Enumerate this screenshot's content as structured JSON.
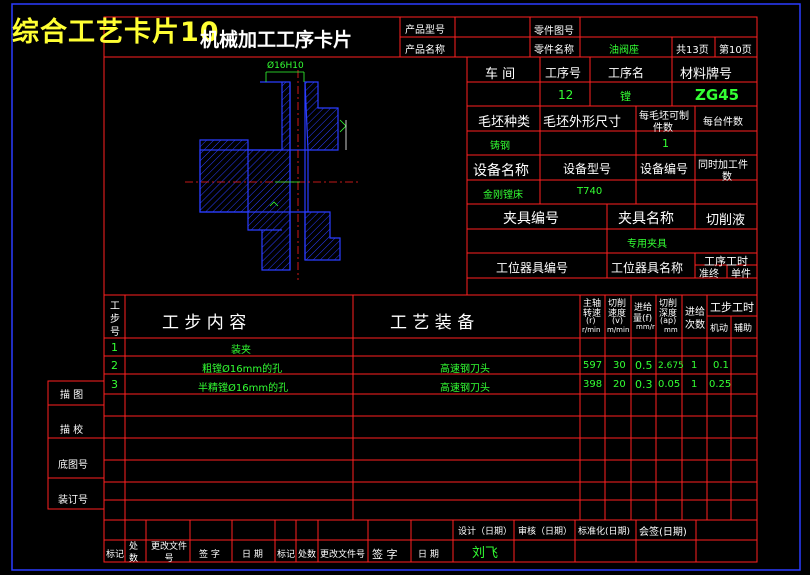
{
  "overlay_title": "综合工艺卡片10",
  "card_title": "机械加工工序卡片",
  "header": {
    "product_model_label": "产品型号",
    "product_name_label": "产品名称",
    "part_drawing_label": "零件图号",
    "part_name_label": "零件名称",
    "part_name": "油阀座",
    "total_pages": "共13页",
    "page_no": "第10页"
  },
  "drawing": {
    "dimension_label": "Ø16H10"
  },
  "info": {
    "workshop_label": "车  间",
    "process_no_label": "工序号",
    "process_name_label": "工序名",
    "material_label": "材料牌号",
    "process_no": "12",
    "process_name": "镗",
    "material": "ZG45",
    "blank_type_label": "毛坯种类",
    "blank_size_label": "毛坯外形尺寸",
    "per_blank_label_1": "每毛坯可制",
    "per_blank_label_2": "件数",
    "per_unit_label": "每台件数",
    "blank_type": "铸钢",
    "per_blank": "1",
    "equip_name_label": "设备名称",
    "equip_model_label": "设备型号",
    "equip_no_label": "设备编号",
    "simul_label_1": "同时加工件",
    "simul_label_2": "数",
    "equip_name": "金刚镗床",
    "equip_model": "T740",
    "fixture_no_label": "夹具编号",
    "fixture_name_label": "夹具名称",
    "coolant_label": "切削液",
    "fixture_name": "专用夹具",
    "station_no_label": "工位器具编号",
    "station_name_label": "工位器具名称",
    "process_hours_label": "工序工时",
    "prep_label": "准终",
    "unit_label": "单件"
  },
  "steps_header": {
    "step_no": [
      "工",
      "步",
      "号"
    ],
    "content": "工  步  内  容",
    "equipment": "工  艺  装  备",
    "spindle": [
      "主轴",
      "转速",
      "(r)",
      "r/min"
    ],
    "speed": [
      "切削",
      "速度",
      "(v)",
      "m/min"
    ],
    "feed": [
      "进给",
      "量(f)",
      "mm/r"
    ],
    "depth": [
      "切削",
      "深度",
      "(ap)",
      "mm"
    ],
    "passes": [
      "进给",
      "次数"
    ],
    "hours": "工步工时",
    "machine": "机动",
    "aux": "辅助"
  },
  "steps": [
    {
      "no": "1",
      "content": "装夹",
      "equipment": "",
      "spindle": "",
      "speed": "",
      "feed": "",
      "depth": "",
      "passes": "",
      "machine": "",
      "aux": ""
    },
    {
      "no": "2",
      "content": "粗镗Ø16mm的孔",
      "equipment": "高速钢刀头",
      "spindle": "597",
      "speed": "30",
      "feed": "0.5",
      "depth": "2.675",
      "passes": "1",
      "machine": "0.1",
      "aux": ""
    },
    {
      "no": "3",
      "content": "半精镗Ø16mm的孔",
      "equipment": "高速钢刀头",
      "spindle": "398",
      "speed": "20",
      "feed": "0.3",
      "depth": "0.05",
      "passes": "1",
      "machine": "0.25",
      "aux": ""
    }
  ],
  "side_labels": [
    "描  图",
    "描  校",
    "底图号",
    "装订号"
  ],
  "footer": {
    "design_label": "设计（日期）",
    "review_label": "审核（日期）",
    "standard_label": "标准化(日期)",
    "sign_label": "会签(日期)",
    "designer": "刘飞",
    "cols": [
      "标记",
      "处数",
      "更改文件号",
      "签  字",
      "日  期",
      "标记",
      "处数",
      "更改文件号",
      "签  字",
      "日  期"
    ]
  },
  "colors": {
    "line": "#ff2020",
    "frame": "#2a3cff",
    "text": "#ffffff",
    "value": "#33ff33",
    "title": "#ffff33"
  }
}
